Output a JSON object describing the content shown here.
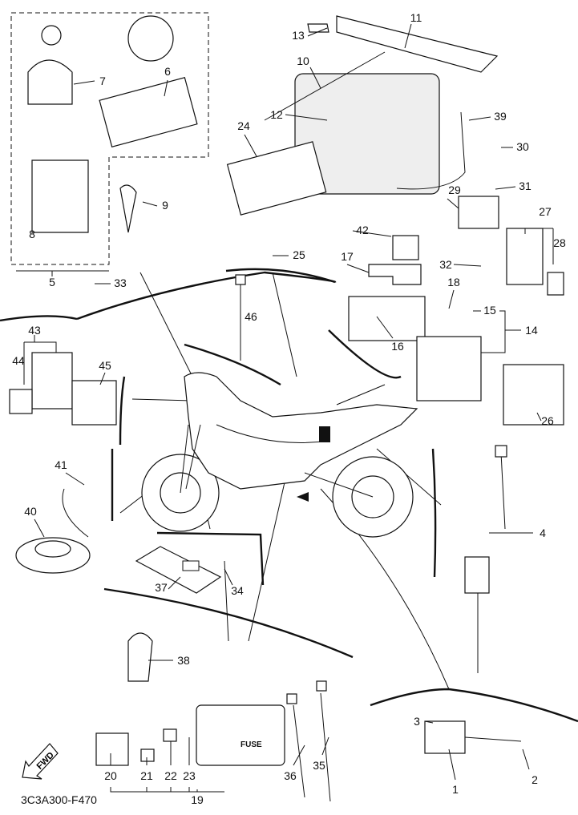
{
  "diagram_code": "3C3A300-F470",
  "direction_label": "FWD",
  "fuse_label": "FUSE",
  "part_numbers": [
    "1",
    "2",
    "3",
    "4",
    "5",
    "6",
    "7",
    "8",
    "9",
    "10",
    "11",
    "12",
    "13",
    "14",
    "15",
    "16",
    "17",
    "18",
    "19",
    "20",
    "21",
    "22",
    "23",
    "24",
    "25",
    "26",
    "27",
    "28",
    "29",
    "30",
    "31",
    "32",
    "33",
    "34",
    "35",
    "36",
    "37",
    "38",
    "39",
    "40",
    "41",
    "42",
    "43",
    "44",
    "45",
    "46"
  ]
}
